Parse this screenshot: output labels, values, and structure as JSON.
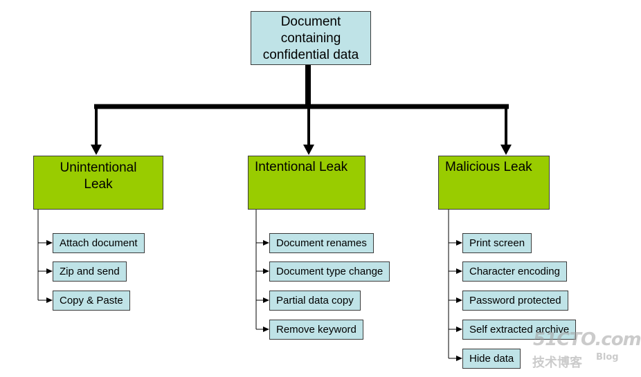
{
  "root": {
    "lines": [
      "Document",
      "containing",
      "confidential data"
    ]
  },
  "categories": [
    {
      "lines": [
        "Unintentional",
        "Leak"
      ],
      "items": [
        "Attach document",
        "Zip and send",
        "Copy & Paste"
      ]
    },
    {
      "lines": [
        "Intentional Leak"
      ],
      "items": [
        "Document renames",
        "Document type change",
        "Partial data copy",
        "Remove keyword"
      ]
    },
    {
      "lines": [
        "Malicious Leak"
      ],
      "items": [
        "Print screen",
        "Character encoding",
        "Password protected",
        "Self extracted archive",
        "Hide data"
      ]
    }
  ],
  "colors": {
    "root_fill": "#bfe3e7",
    "category_fill": "#99cc00",
    "leaf_fill": "#bfe3e7",
    "connector": "#000000"
  },
  "watermark": {
    "logo": "51CTO.com",
    "site": "技术博客",
    "blog": "Blog"
  }
}
